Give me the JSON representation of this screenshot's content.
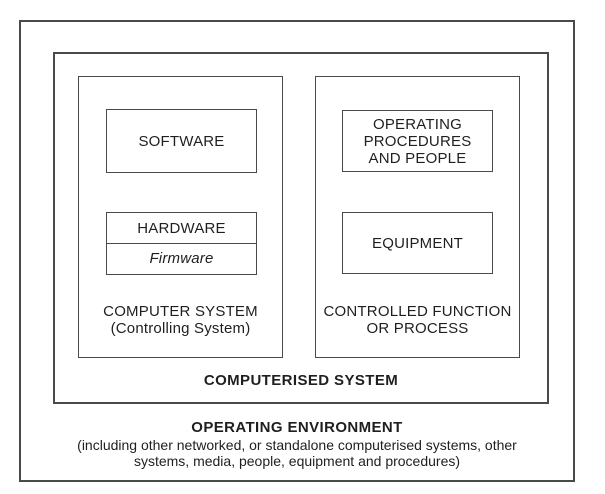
{
  "diagram": {
    "colors": {
      "border": "#4a4a4a",
      "text": "#1f1f1f",
      "background": "#ffffff"
    },
    "operating_environment": {
      "title": "OPERATING ENVIRONMENT",
      "subtitle": "(including other networked, or standalone computerised systems, other\nsystems, media, people, equipment and procedures)"
    },
    "computerised_system": {
      "title": "COMPUTERISED SYSTEM",
      "computer_system": {
        "title": "COMPUTER SYSTEM\n(Controlling System)",
        "software_label": "SOFTWARE",
        "hardware_label": "HARDWARE",
        "firmware_label": "Firmware"
      },
      "controlled_function": {
        "title": "CONTROLLED FUNCTION\nOR PROCESS",
        "operating_procedures_label": "OPERATING\nPROCEDURES\nAND PEOPLE",
        "equipment_label": "EQUIPMENT"
      }
    }
  }
}
